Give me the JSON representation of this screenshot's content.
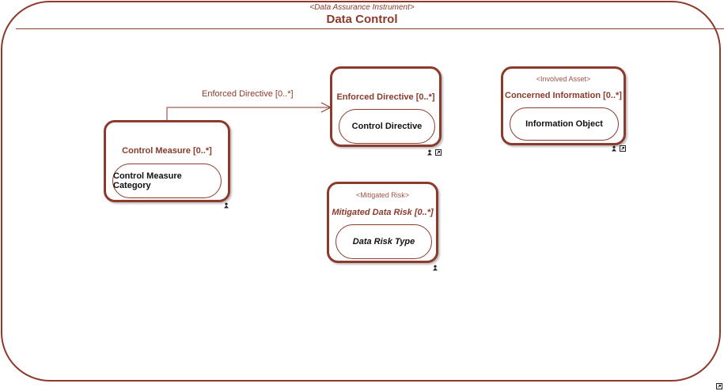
{
  "frame": {
    "stereotype": "<Data Assurance Instrument>",
    "title": "Data Control"
  },
  "parts": {
    "control_measure": {
      "name": "Control Measure [0..*]",
      "type": "Control Measure Category"
    },
    "enforced_directive": {
      "name": "Enforced Directive [0..*]",
      "type": "Control Directive"
    },
    "concerned_information": {
      "stereotype": "<Involved Asset>",
      "name": "Concerned Information [0..*]",
      "type": "Information Object"
    },
    "mitigated_risk": {
      "stereotype": "<Mitigated Risk>",
      "name": "Mitigated Data Risk [0..*]",
      "type": "Data Risk Type"
    }
  },
  "connector": {
    "label": "Enforced Directive [0..*]"
  },
  "colors": {
    "accent": "#8b3a2b",
    "stereotype_text": "#a0544a"
  },
  "icons": [
    "person-icon",
    "link-icon"
  ]
}
